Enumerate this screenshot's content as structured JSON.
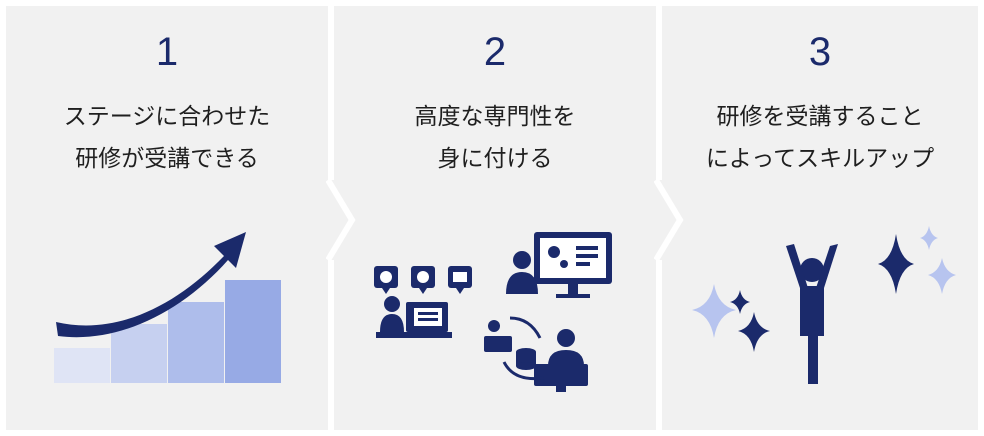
{
  "steps": [
    {
      "number": "1",
      "lines": [
        "ステージに合わせた",
        "研修が受講できる"
      ]
    },
    {
      "number": "2",
      "lines": [
        "高度な専門性を",
        "身に付ける"
      ]
    },
    {
      "number": "3",
      "lines": [
        "研修を受講すること",
        "によってスキルアップ"
      ]
    }
  ],
  "colors": {
    "panel_bg": "#f1f1f1",
    "navy": "#1b2a6b",
    "bar_light": "#dfe4f5",
    "bar_mid": "#c6d0f0",
    "bar_strong": "#aebdeb",
    "bar_deep": "#97aae5",
    "sparkle_light": "#b7c4ef"
  },
  "icons": [
    "growth-chart-icon",
    "online-training-icon",
    "success-sparkle-icon"
  ]
}
